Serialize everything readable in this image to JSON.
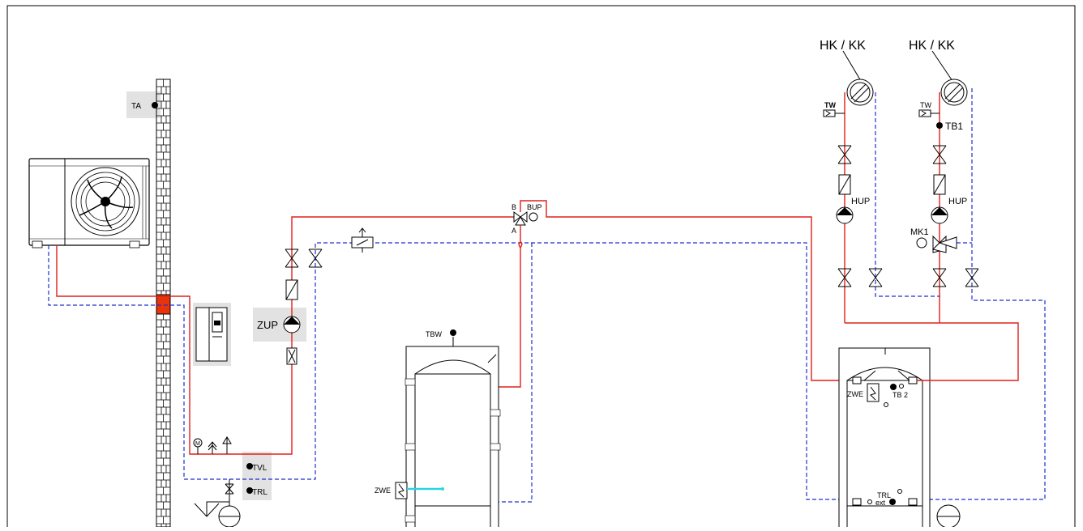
{
  "labels": {
    "hk_left": "HK / KK",
    "hk_right": "HK / KK",
    "tw_left": "TW",
    "tw_right": "TW",
    "tb1": "TB1",
    "hup_left": "HUP",
    "hup_right": "HUP",
    "mk1": "MK1",
    "ta": "TA",
    "zup": "ZUP",
    "b": "B",
    "bup": "BUP",
    "a": "A",
    "tbw": "TBW",
    "tvl": "TVL",
    "trl": "TRL",
    "zwe_left": "ZWE",
    "zwe_right": "ZWE",
    "tb2": "TB 2",
    "trl_ext_1": "TRL",
    "trl_ext_2": "ext"
  },
  "colors": {
    "flow_line": "#e0201b",
    "return_line": "#1f2fd0",
    "sensor_bg": "#e2e2e2",
    "heater_element": "#2ad4e4"
  }
}
